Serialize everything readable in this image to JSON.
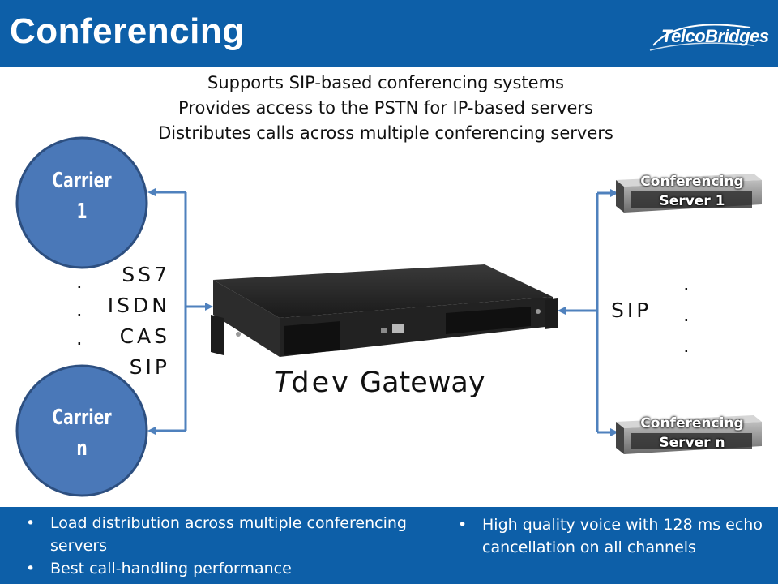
{
  "header": {
    "title": "Conferencing",
    "logo_text_bold": "TelcoBridges",
    "logo_text_suffix": ""
  },
  "subtitles": [
    "Supports SIP-based conferencing systems",
    "Provides access to the PSTN for IP-based servers",
    "Distributes calls across multiple conferencing servers"
  ],
  "carriers": [
    {
      "line1": "Carrier",
      "line2": "1"
    },
    {
      "line1": "Carrier",
      "line2": "n"
    }
  ],
  "protocols": [
    "SS7",
    "ISDN",
    "CAS",
    "SIP"
  ],
  "gateway": {
    "prefix": "T",
    "name": "dev",
    "suffix": " Gateway"
  },
  "right_protocol": "SIP",
  "servers": [
    {
      "line1": "Conferencing",
      "line2": "Server 1"
    },
    {
      "line1": "Conferencing",
      "line2": "Server n"
    }
  ],
  "colors": {
    "brand_blue": "#0d5fa8",
    "carrier_fill": "#4a78b8",
    "carrier_stroke": "#2d4f80",
    "arrow": "#4f81bd"
  },
  "footer": {
    "left_bullets": [
      "Load distribution across multiple conferencing servers",
      "Best call-handling performance"
    ],
    "right_bullets": [
      "High quality voice with 128 ms echo cancellation on all channels"
    ]
  }
}
